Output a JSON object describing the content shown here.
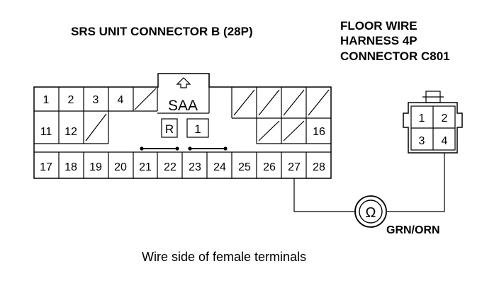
{
  "srs_title": "SRS UNIT CONNECTOR B (28P)",
  "floor_title_lines": [
    "FLOOR WIRE",
    "HARNESS 4P",
    "CONNECTOR C801"
  ],
  "saa_label": "SAA",
  "keys": [
    "R",
    "1"
  ],
  "row1_pins": [
    "1",
    "2",
    "3",
    "4"
  ],
  "row2_pins": [
    "11",
    "12",
    "16"
  ],
  "row3_pins": [
    "17",
    "18",
    "19",
    "20",
    "21",
    "22",
    "23",
    "24",
    "25",
    "26",
    "27",
    "28"
  ],
  "c801_pins": [
    "1",
    "2",
    "3",
    "4"
  ],
  "ohm_symbol": "Ω",
  "wire_color": "GRN/ORN",
  "caption": "Wire side of female terminals"
}
